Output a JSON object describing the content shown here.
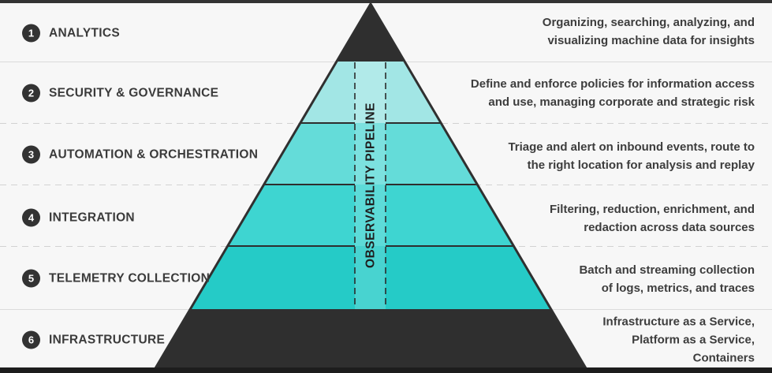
{
  "diagram": {
    "title": "observability-maturity-pyramid",
    "pipeline_label": "OBSERVABILITY PIPELINE",
    "colors": {
      "dark": "#2f2f2f",
      "outline": "#303030",
      "band_line": "#2e2e2e",
      "band2": "#a2e6e5",
      "band3": "#64dcd9",
      "band4": "#3ed5d1",
      "band5": "#25cbc7",
      "background": "#f7f7f7",
      "separator": "#d6d6d6"
    },
    "sections": [
      {
        "num": "1",
        "label": "ANALYTICS",
        "description": "Organizing, searching, analyzing, and\nvisualizing machine data for insights"
      },
      {
        "num": "2",
        "label": "SECURITY & GOVERNANCE",
        "description": "Define and enforce policies for information access\nand use, managing corporate and strategic risk"
      },
      {
        "num": "3",
        "label": "AUTOMATION & ORCHESTRATION",
        "description": "Triage and alert on inbound events, route to\nthe right location for analysis and replay"
      },
      {
        "num": "4",
        "label": "INTEGRATION",
        "description": "Filtering, reduction, enrichment, and\nredaction across data sources"
      },
      {
        "num": "5",
        "label": "TELEMETRY COLLECTION",
        "description": "Batch and streaming collection\nof logs, metrics, and traces"
      },
      {
        "num": "6",
        "label": "INFRASTRUCTURE",
        "description": "Infrastructure as a Service,\nPlatform as a Service,\nContainers"
      }
    ]
  }
}
